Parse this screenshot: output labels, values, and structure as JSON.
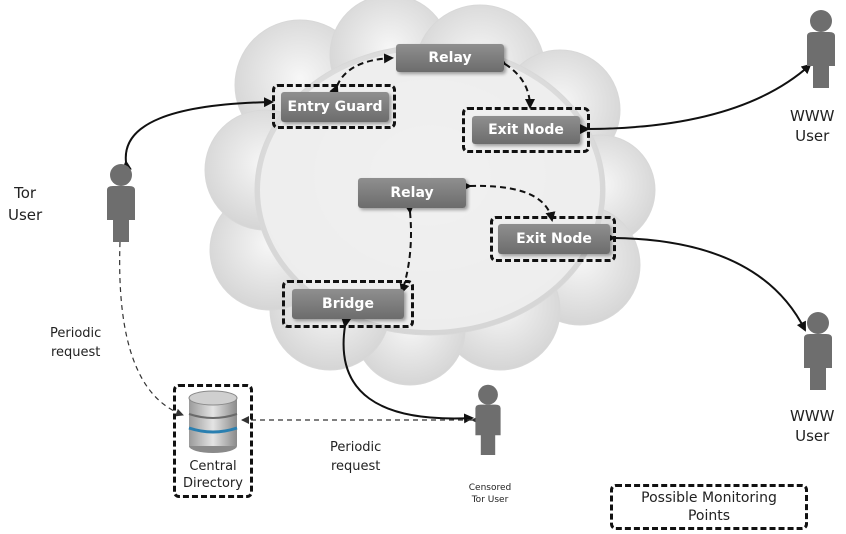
{
  "nodes": {
    "relay_top": "Relay",
    "entry_guard": "Entry Guard",
    "exit_node_top": "Exit Node",
    "relay_mid": "Relay",
    "exit_node_mid": "Exit Node",
    "bridge": "Bridge"
  },
  "labels": {
    "tor_user": [
      "Tor",
      "User"
    ],
    "www_user_top": [
      "WWW",
      "User"
    ],
    "www_user_bottom": [
      "WWW",
      "User"
    ],
    "periodic_request_left": [
      "Periodic",
      "request"
    ],
    "periodic_request_bottom": [
      "Periodic",
      "request"
    ],
    "central_directory": [
      "Central",
      "Directory"
    ],
    "censored_tor_user": [
      "Censored",
      "Tor User"
    ]
  },
  "legend": {
    "monitoring_points": [
      "Possible Monitoring",
      "Points"
    ]
  },
  "colors": {
    "node_fill": "#7d7d7d",
    "person": "#6e6e6e",
    "cloud": "#e6e6e6",
    "db_accent": "#2a7fb0"
  }
}
